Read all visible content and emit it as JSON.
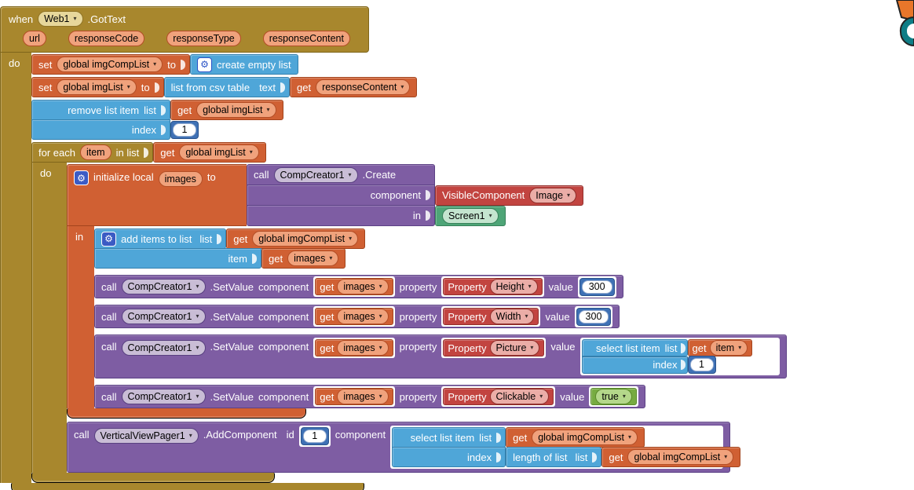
{
  "icons": {
    "dropdown": "▾",
    "gear": "⚙"
  },
  "colors": {
    "event_gold": "#A8872D",
    "variable_orange": "#D06033",
    "list_blue": "#4FA6D8",
    "math_navy": "#3F71B5",
    "procedure_purple": "#7E5DA3",
    "helper_red": "#C24440",
    "logic_green": "#77AB41",
    "component_teal": "#4EA577",
    "logo_orange": "#E8762A",
    "logo_teal": "#0E7D86",
    "canvas": "#FFFFFF"
  },
  "kw": {
    "when": "when",
    "do": "do",
    "in": "in",
    "set": "set",
    "to": "to",
    "get": "get",
    "call": "call",
    "list": "list",
    "item": "item",
    "index": "index",
    "text": "text",
    "component": "component",
    "property": "property",
    "value": "value",
    "for_each": "for each",
    "in_list": "in list",
    "property_prefix": "Property"
  },
  "when_block": {
    "component": "Web1",
    "event": ".GotText",
    "params": [
      "url",
      "responseCode",
      "responseType",
      "responseContent"
    ]
  },
  "set_comp_list": {
    "var": "global imgCompList",
    "value_label": "create empty list"
  },
  "set_img_list": {
    "var": "global imgList",
    "csv_label": "list from csv table",
    "get_var": "responseContent"
  },
  "remove_item": {
    "label": "remove list item",
    "get_var": "global imgList",
    "index": "1"
  },
  "for_each": {
    "var": "item",
    "get_var": "global imgList"
  },
  "init_local": {
    "label": "initialize local",
    "var": "images"
  },
  "create_call": {
    "component": "CompCreator1",
    "method": ".Create",
    "type_label": "VisibleComponent",
    "type_value": "Image",
    "in_value": "Screen1"
  },
  "add_items": {
    "label": "add items to list",
    "get_list": "global imgCompList",
    "get_item": "images"
  },
  "set_rows": [
    {
      "component": "CompCreator1",
      "method": ".SetValue",
      "get_var": "images",
      "prop": "Height",
      "value": "300"
    },
    {
      "component": "CompCreator1",
      "method": ".SetValue",
      "get_var": "images",
      "prop": "Width",
      "value": "300"
    },
    {
      "component": "CompCreator1",
      "method": ".SetValue",
      "get_var": "images",
      "prop": "Picture"
    },
    {
      "component": "CompCreator1",
      "method": ".SetValue",
      "get_var": "images",
      "prop": "Clickable",
      "value": "true"
    }
  ],
  "select_item": {
    "label": "select list item",
    "get_var": "item",
    "index": "1"
  },
  "pager": {
    "component": "VerticalViewPager1",
    "method": ".AddComponent",
    "id": "1",
    "select_label": "select list item",
    "get_list": "global imgCompList",
    "length_label": "length of list",
    "length_get": "global imgCompList"
  }
}
